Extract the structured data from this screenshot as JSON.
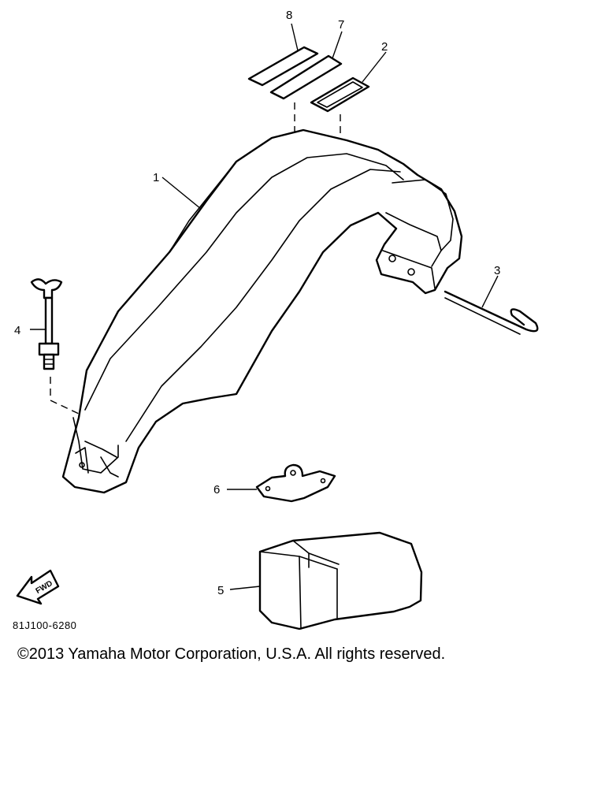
{
  "diagram": {
    "callouts": {
      "c1": "1",
      "c2": "2",
      "c3": "3",
      "c4": "4",
      "c5": "5",
      "c6": "6",
      "c7": "7",
      "c8": "8"
    },
    "direction_label": "FWD",
    "part_code": "81J100-6280"
  },
  "footer": {
    "copyright": "©2013 Yamaha Motor Corporation, U.S.A. All rights reserved."
  }
}
